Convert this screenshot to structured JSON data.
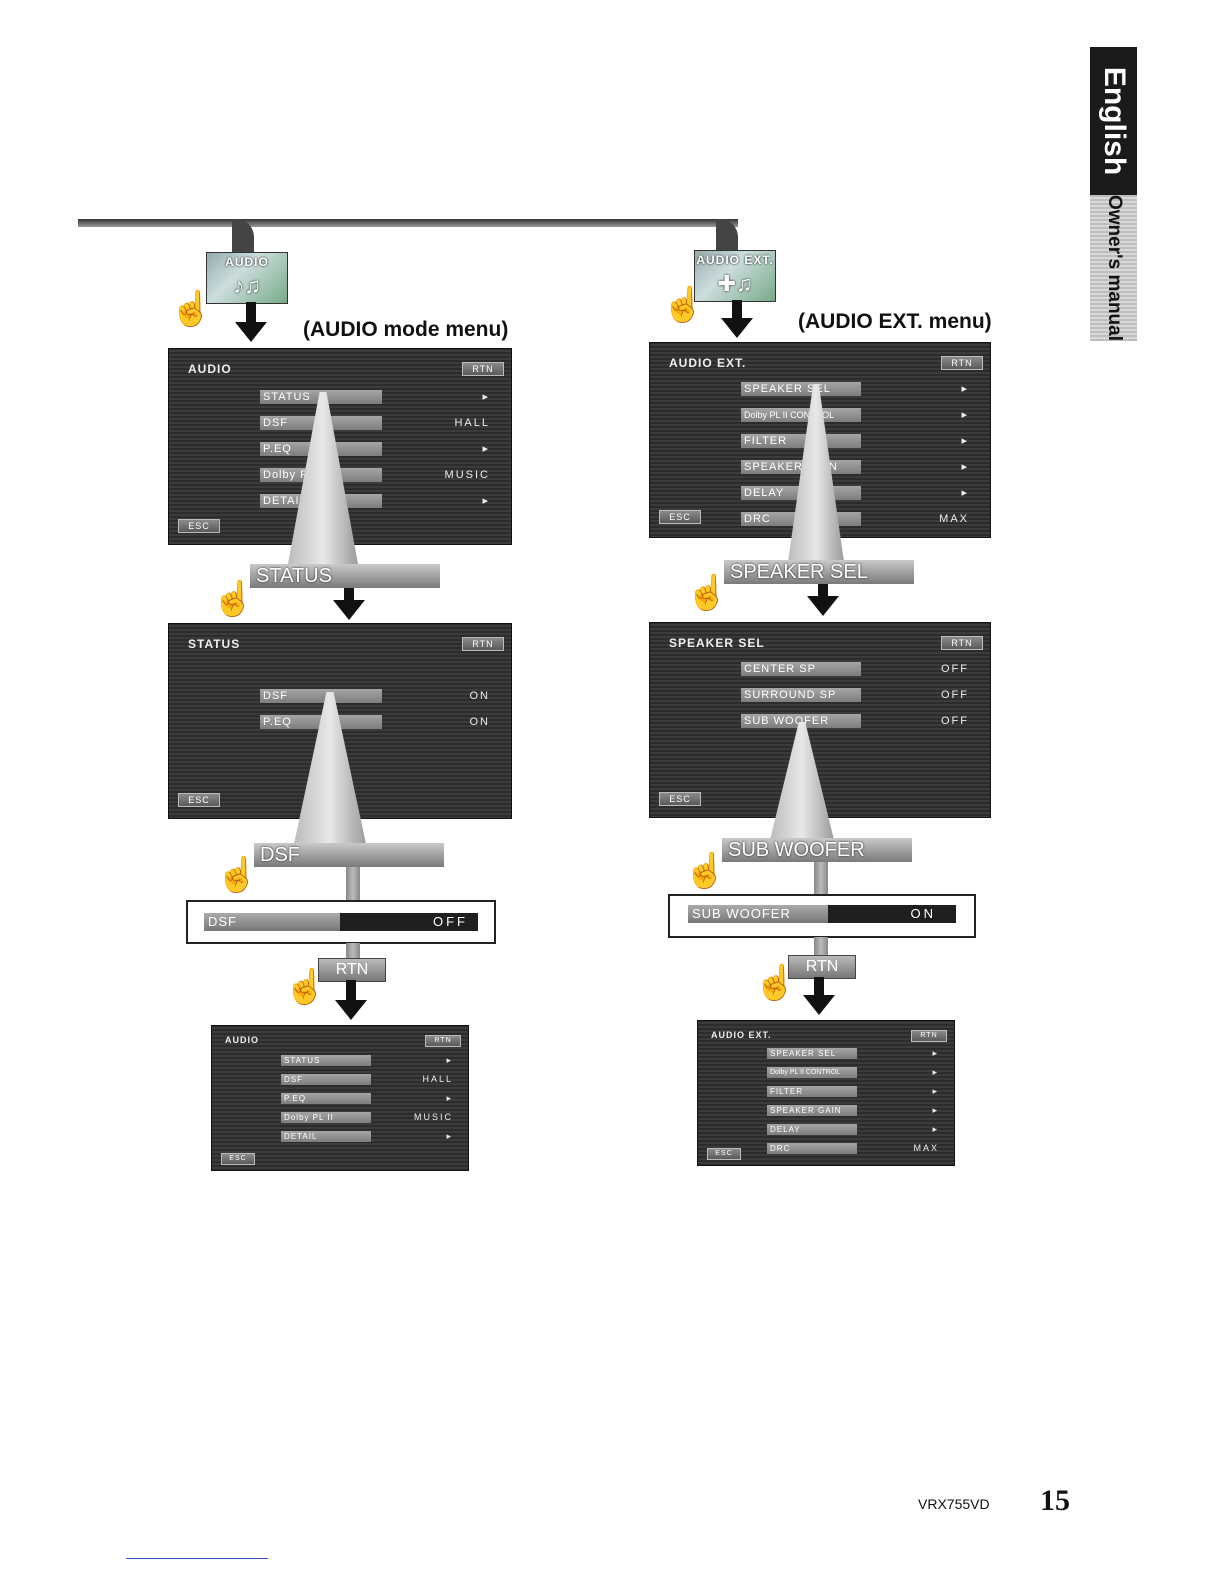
{
  "side_tab": {
    "language": "English",
    "manual": "Owner's manual"
  },
  "left": {
    "source_icon": "AUDIO",
    "caption": "(AUDIO mode menu)",
    "menu": {
      "title": "AUDIO",
      "rtn": "RTN",
      "esc": "ESC",
      "items": [
        {
          "label": "STATUS",
          "value": "▸"
        },
        {
          "label": "DSF",
          "value": "HALL"
        },
        {
          "label": "P.EQ",
          "value": "▸"
        },
        {
          "label": "Dolby PL II",
          "value": "MUSIC"
        },
        {
          "label": "DETAIL",
          "value": "▸"
        }
      ]
    },
    "touch1": "STATUS",
    "status_menu": {
      "title": "STATUS",
      "rtn": "RTN",
      "esc": "ESC",
      "items": [
        {
          "label": "DSF",
          "value": "ON"
        },
        {
          "label": "P.EQ",
          "value": "ON"
        }
      ]
    },
    "touch2": "DSF",
    "setting": {
      "label": "DSF",
      "value": "OFF"
    },
    "rtn_button": "RTN",
    "result_menu": {
      "title": "AUDIO",
      "rtn": "RTN",
      "esc": "ESC",
      "items": [
        {
          "label": "STATUS",
          "value": "▸"
        },
        {
          "label": "DSF",
          "value": "HALL"
        },
        {
          "label": "P.EQ",
          "value": "▸"
        },
        {
          "label": "Dolby PL II",
          "value": "MUSIC"
        },
        {
          "label": "DETAIL",
          "value": "▸"
        }
      ]
    }
  },
  "right": {
    "source_icon": "AUDIO EXT.",
    "caption": "(AUDIO EXT. menu)",
    "menu": {
      "title": "AUDIO EXT.",
      "rtn": "RTN",
      "esc": "ESC",
      "items": [
        {
          "label": "SPEAKER SEL",
          "value": "▸"
        },
        {
          "label": "Dolby PL II CONTROL",
          "value": "▸"
        },
        {
          "label": "FILTER",
          "value": "▸"
        },
        {
          "label": "SPEAKER GAIN",
          "value": "▸"
        },
        {
          "label": "DELAY",
          "value": "▸"
        },
        {
          "label": "DRC",
          "value": "MAX"
        }
      ]
    },
    "touch1": "SPEAKER SEL",
    "speaker_menu": {
      "title": "SPEAKER SEL",
      "rtn": "RTN",
      "esc": "ESC",
      "items": [
        {
          "label": "CENTER SP",
          "value": "OFF"
        },
        {
          "label": "SURROUND SP",
          "value": "OFF"
        },
        {
          "label": "SUB WOOFER",
          "value": "OFF"
        }
      ]
    },
    "touch2": "SUB WOOFER",
    "setting": {
      "label": "SUB WOOFER",
      "value": "ON"
    },
    "rtn_button": "RTN",
    "result_menu": {
      "title": "AUDIO EXT.",
      "rtn": "RTN",
      "esc": "ESC",
      "items": [
        {
          "label": "SPEAKER SEL",
          "value": "▸"
        },
        {
          "label": "Dolby PL II CONTROL",
          "value": "▸"
        },
        {
          "label": "FILTER",
          "value": "▸"
        },
        {
          "label": "SPEAKER GAIN",
          "value": "▸"
        },
        {
          "label": "DELAY",
          "value": "▸"
        },
        {
          "label": "DRC",
          "value": "MAX"
        }
      ]
    }
  },
  "footer": {
    "model": "VRX755VD",
    "page": "15"
  }
}
